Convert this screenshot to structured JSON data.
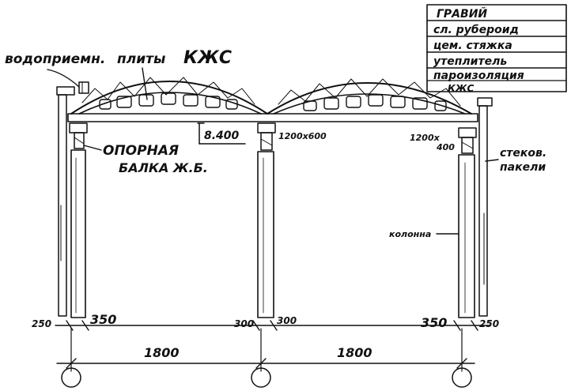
{
  "labels": {
    "drain": "водоприемн.",
    "slabs": "плиты",
    "kzhs": "КЖС",
    "elevation": "8.400",
    "beam_line1": "ОПОРНАЯ",
    "beam_line2": "БАЛКА Ж.Б.",
    "beam_size_mid": "1200x600",
    "beam_size_right_1": "1200x",
    "beam_size_right_2": "400",
    "glass_line1": "стеков.",
    "glass_line2": "пакели",
    "column": "колонна"
  },
  "layers": {
    "items": [
      "ГРАВИЙ",
      "сл. рубероид",
      "цем. стяжка",
      "утеплитель",
      "пароизоляция",
      "КЖС"
    ]
  },
  "dimensions": {
    "left_edge": "250",
    "left_col": "350",
    "mid_left": "300",
    "mid_right": "300",
    "right_col": "350",
    "right_edge": "250",
    "span_left": "1800",
    "span_right": "1800"
  }
}
